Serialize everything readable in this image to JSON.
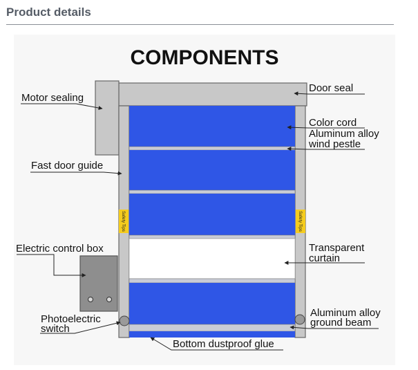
{
  "page": {
    "section_title": "Product details"
  },
  "diagram": {
    "title": "COMPONENTS",
    "labels": {
      "motor_sealing": "Motor sealing",
      "door_seal": "Door seal",
      "color_cord": "Color cord",
      "wind_pestle_1": "Aluminum alloy",
      "wind_pestle_2": "wind pestle",
      "fast_door_guide": "Fast door guide",
      "electric_control_box": "Electric control box",
      "transparent_1": "Transparent",
      "transparent_2": "curtain",
      "photo_1": "Photoelectric",
      "photo_2": "switch",
      "ground_beam_1": "Aluminum alloy",
      "ground_beam_2": "ground beam",
      "bottom_glue": "Bottom dustproof glue"
    },
    "safety_tip": "Safety Tips",
    "colors": {
      "curtain_blue": "#2f56e6",
      "frame_gray": "#c9c9c9",
      "box_gray": "#8e8e8e",
      "tip_yellow": "#f5cc1e"
    }
  }
}
